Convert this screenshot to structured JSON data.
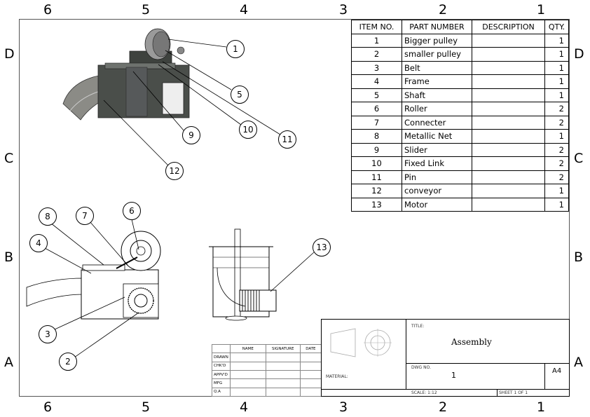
{
  "zones": {
    "top": [
      "6",
      "5",
      "4",
      "3",
      "2",
      "1"
    ],
    "bottom": [
      "6",
      "5",
      "4",
      "3",
      "2",
      "1"
    ],
    "left": [
      "D",
      "C",
      "B",
      "A"
    ],
    "right": [
      "D",
      "C",
      "B",
      "A"
    ]
  },
  "bom": {
    "headers": [
      "ITEM NO.",
      "PART NUMBER",
      "DESCRIPTION",
      "QTY."
    ],
    "rows": [
      {
        "item": "1",
        "part": "Bigger pulley",
        "desc": "",
        "qty": "1"
      },
      {
        "item": "2",
        "part": "smaller pulley",
        "desc": "",
        "qty": "1"
      },
      {
        "item": "3",
        "part": "Belt",
        "desc": "",
        "qty": "1"
      },
      {
        "item": "4",
        "part": "Frame",
        "desc": "",
        "qty": "1"
      },
      {
        "item": "5",
        "part": "Shaft",
        "desc": "",
        "qty": "1"
      },
      {
        "item": "6",
        "part": "Roller",
        "desc": "",
        "qty": "2"
      },
      {
        "item": "7",
        "part": "Connecter",
        "desc": "",
        "qty": "2"
      },
      {
        "item": "8",
        "part": "Metallic Net",
        "desc": "",
        "qty": "1"
      },
      {
        "item": "9",
        "part": "Slider",
        "desc": "",
        "qty": "2"
      },
      {
        "item": "10",
        "part": "Fixed Link",
        "desc": "",
        "qty": "2"
      },
      {
        "item": "11",
        "part": "Pin",
        "desc": "",
        "qty": "2"
      },
      {
        "item": "12",
        "part": "conveyor",
        "desc": "",
        "qty": "1"
      },
      {
        "item": "13",
        "part": "Motor",
        "desc": "",
        "qty": "1"
      }
    ]
  },
  "balloons": {
    "b1": "1",
    "b5": "5",
    "b9": "9",
    "b10": "10",
    "b11": "11",
    "b12": "12",
    "b8": "8",
    "b7": "7",
    "b6": "6",
    "b4": "4",
    "b3": "3",
    "b2": "2",
    "b13": "13"
  },
  "signature_block": {
    "headers": [
      "NAME",
      "SIGNATURE",
      "DATE"
    ],
    "rows": [
      "DRAWN",
      "CHK'D",
      "APPV'D",
      "MFG",
      "Q.A"
    ]
  },
  "title_block": {
    "title_label": "TITLE:",
    "title": "Assembly",
    "dwg_no_label": "DWG NO.",
    "dwg_no": "1",
    "material_label": "MATERIAL:",
    "size": "A4",
    "scale": "SCALE: 1:12",
    "sheet": "SHEET 1 OF 1"
  }
}
